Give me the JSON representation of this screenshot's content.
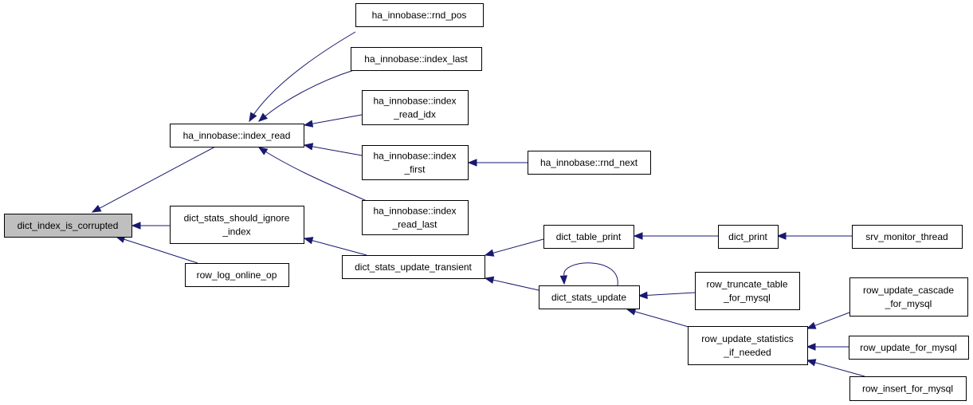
{
  "diagram": {
    "type": "call-graph",
    "colors": {
      "edge": "#191970",
      "root_fill": "#bfbfbf",
      "node_fill": "#ffffff",
      "node_border": "#000000"
    },
    "nodes": {
      "n_root": [
        "dict_index_is_corrupted"
      ],
      "n_index_read": [
        "ha_innobase::index_read"
      ],
      "n_rnd_pos": [
        "ha_innobase::rnd_pos"
      ],
      "n_index_last": [
        "ha_innobase::index_last"
      ],
      "n_read_idx": [
        "ha_innobase::index",
        "_read_idx"
      ],
      "n_first": [
        "ha_innobase::index",
        "_first"
      ],
      "n_read_last": [
        "ha_innobase::index",
        "_read_last"
      ],
      "n_rnd_next": [
        "ha_innobase::rnd_next"
      ],
      "n_should_ignore": [
        "dict_stats_should_ignore",
        "_index"
      ],
      "n_row_log": [
        "row_log_online_op"
      ],
      "n_transient": [
        "dict_stats_update_transient"
      ],
      "n_table_print": [
        "dict_table_print"
      ],
      "n_dict_print": [
        "dict_print"
      ],
      "n_srv_monitor": [
        "srv_monitor_thread"
      ],
      "n_stats_update": [
        "dict_stats_update"
      ],
      "n_truncate": [
        "row_truncate_table",
        "_for_mysql"
      ],
      "n_upd_stats": [
        "row_update_statistics",
        "_if_needed"
      ],
      "n_upd_cascade": [
        "row_update_cascade",
        "_for_mysql"
      ],
      "n_upd_mysql": [
        "row_update_for_mysql"
      ],
      "n_ins_mysql": [
        "row_insert_for_mysql"
      ]
    },
    "edges": [
      [
        "n_index_read",
        "n_root"
      ],
      [
        "n_should_ignore",
        "n_root"
      ],
      [
        "n_row_log",
        "n_root"
      ],
      [
        "n_rnd_pos",
        "n_index_read"
      ],
      [
        "n_index_last",
        "n_index_read"
      ],
      [
        "n_read_idx",
        "n_index_read"
      ],
      [
        "n_first",
        "n_index_read"
      ],
      [
        "n_read_last",
        "n_index_read"
      ],
      [
        "n_rnd_next",
        "n_first"
      ],
      [
        "n_transient",
        "n_should_ignore"
      ],
      [
        "n_table_print",
        "n_transient"
      ],
      [
        "n_stats_update",
        "n_transient"
      ],
      [
        "n_dict_print",
        "n_table_print"
      ],
      [
        "n_srv_monitor",
        "n_dict_print"
      ],
      [
        "n_stats_update",
        "n_stats_update"
      ],
      [
        "n_truncate",
        "n_stats_update"
      ],
      [
        "n_upd_stats",
        "n_stats_update"
      ],
      [
        "n_upd_cascade",
        "n_upd_stats"
      ],
      [
        "n_upd_mysql",
        "n_upd_stats"
      ],
      [
        "n_ins_mysql",
        "n_upd_stats"
      ]
    ]
  }
}
